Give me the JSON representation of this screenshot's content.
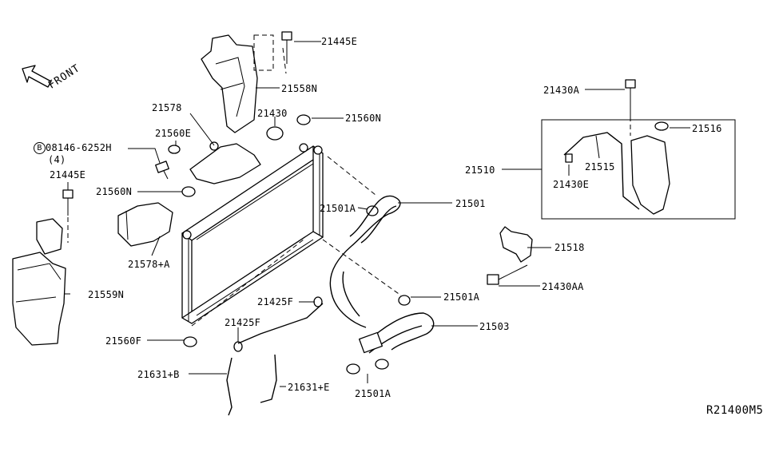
{
  "diagram": {
    "reference_code": "R21400M5",
    "front_label": "FRONT",
    "bolt_spec": {
      "circle_letter": "B",
      "part_number": "08146-6252H",
      "quantity": "(4)"
    },
    "labels": {
      "p21445E_top": "21445E",
      "p21558N": "21558N",
      "p21578": "21578",
      "p21430": "21430",
      "p21560N_top": "21560N",
      "p21560E": "21560E",
      "p21445E_left": "21445E",
      "p21560N_left": "21560N",
      "p21578A": "21578+A",
      "p21559N": "21559N",
      "p21501A_upper": "21501A",
      "p21501": "21501",
      "p21501A_mid": "21501A",
      "p21425F_right": "21425F",
      "p21425F_left": "21425F",
      "p21560F": "21560F",
      "p21631B": "21631+B",
      "p21631E": "21631+E",
      "p21503": "21503",
      "p21501A_bottom": "21501A",
      "p21430A": "21430A",
      "p21516": "21516",
      "p21510": "21510",
      "p21515": "21515",
      "p21430E": "21430E",
      "p21518": "21518",
      "p21430AA": "21430AA"
    }
  }
}
